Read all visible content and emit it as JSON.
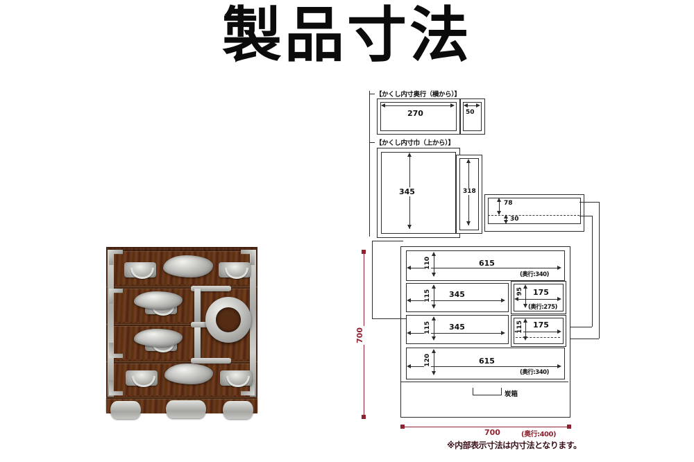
{
  "page": {
    "title": "製品寸法",
    "background_color": "#ffffff",
    "accent_color": "#8e2230",
    "line_color": "#2b2b2b"
  },
  "photo": {
    "alt_name": "japanese-tansu-chest-photo",
    "description": "木製箪笥（鉄金具付き）"
  },
  "diagram": {
    "hidden_depth": {
      "label": "【かくし内寸奥行（横から）】",
      "main_value": "270",
      "side_value": "50"
    },
    "hidden_width": {
      "label": "【かくし内寸巾（上から）】",
      "main_value": "345",
      "side_value": "318"
    },
    "detail_box": {
      "top_value": "78",
      "bottom_value": "30"
    },
    "drawers": [
      {
        "name": "drawer-row-1",
        "height": "110",
        "width": "615",
        "depth": "(奥行:340)"
      },
      {
        "name": "drawer-row-2-left",
        "height": "115",
        "width": "345",
        "depth": ""
      },
      {
        "name": "drawer-row-2-right",
        "height": "95",
        "width": "175",
        "depth": "(奥行:275)"
      },
      {
        "name": "drawer-row-3-left",
        "height": "115",
        "width": "345",
        "depth": ""
      },
      {
        "name": "drawer-row-3-right",
        "height": "115",
        "width": "175",
        "depth": ""
      },
      {
        "name": "drawer-row-4",
        "height": "120",
        "width": "615",
        "depth": "(奥行:340)"
      }
    ],
    "charcoal_box_label": "炭箱",
    "overall": {
      "height": "700",
      "width": "700",
      "depth": "(奥行:400)"
    },
    "footnote": "※内部表示寸法は内寸法となります。"
  }
}
